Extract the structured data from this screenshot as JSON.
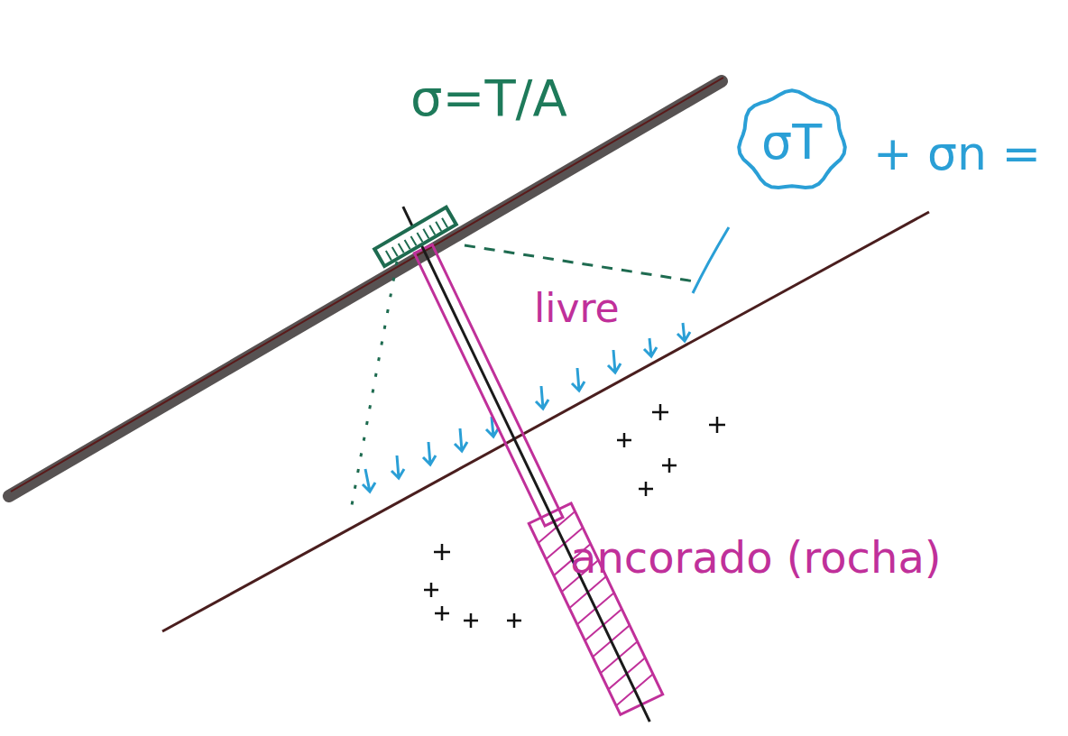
{
  "diagram": {
    "nodes": [
      {
        "text": [
          "σT"
        ]
      }
    ],
    "labels": [
      "σ=T/A",
      "+ σn =",
      "livre",
      "ancorado (rocha)"
    ]
  }
}
